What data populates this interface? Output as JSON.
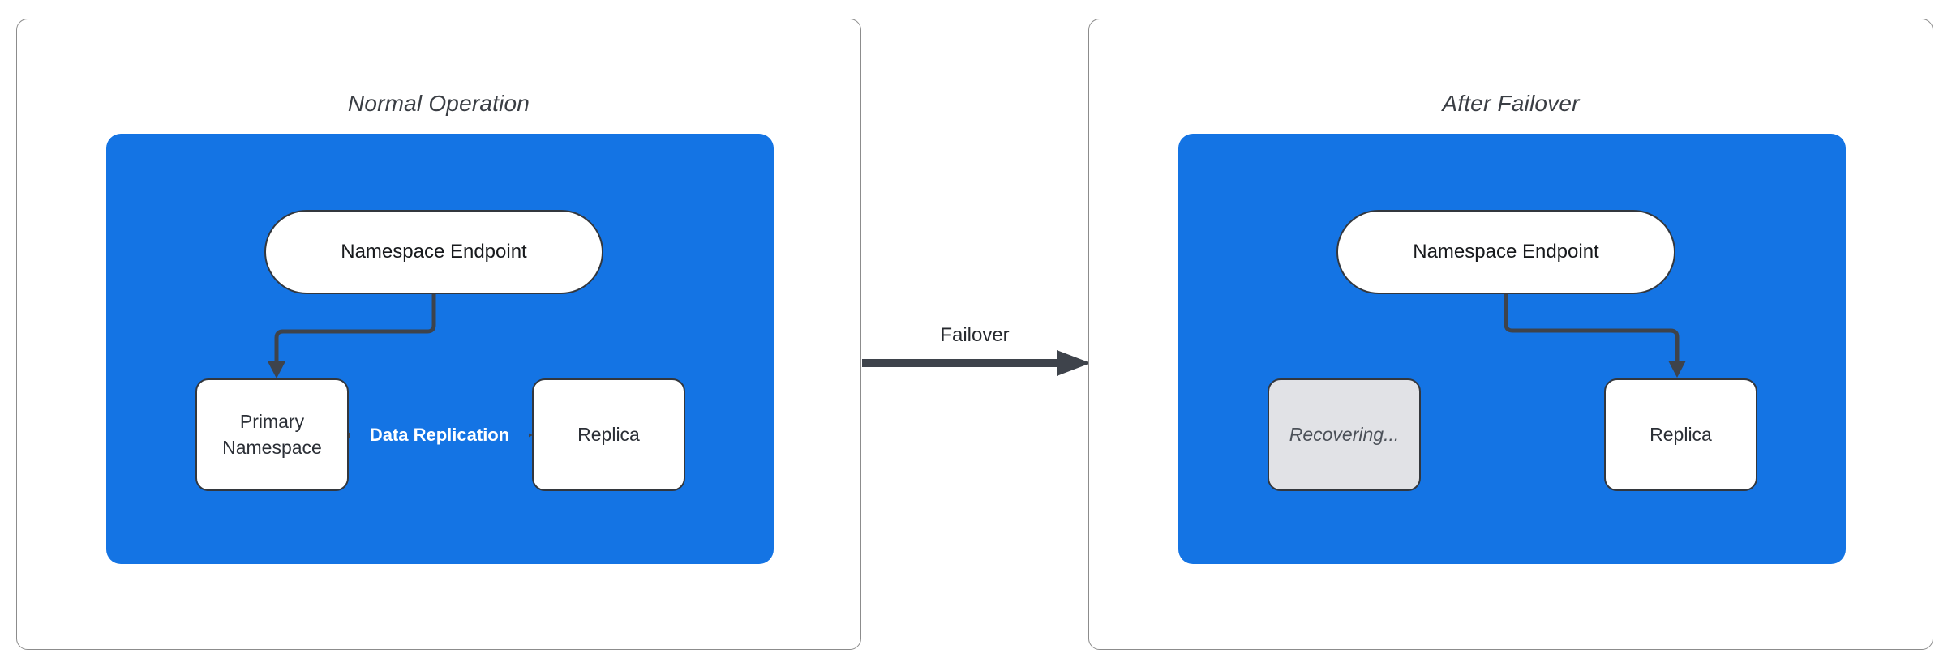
{
  "panels": {
    "normal": {
      "title": "Normal Operation",
      "endpoint_label": "Namespace Endpoint",
      "primary_label": "Primary Namespace",
      "replica_label": "Replica",
      "replication_label": "Data Replication"
    },
    "failover": {
      "title": "After Failover",
      "endpoint_label": "Namespace Endpoint",
      "recovering_label": "Recovering...",
      "replica_label": "Replica"
    }
  },
  "transition": {
    "label": "Failover"
  },
  "colors": {
    "container_blue": "#1474e4",
    "connector_dark": "#3e434b",
    "node_border": "#33373d",
    "panel_border": "#8c8c8c",
    "recovering_fill": "#e1e2e6",
    "recovering_text": "#4b5058",
    "title_text": "#3a3e44",
    "replication_label_text": "#ffffff",
    "node_fill": "#ffffff"
  }
}
